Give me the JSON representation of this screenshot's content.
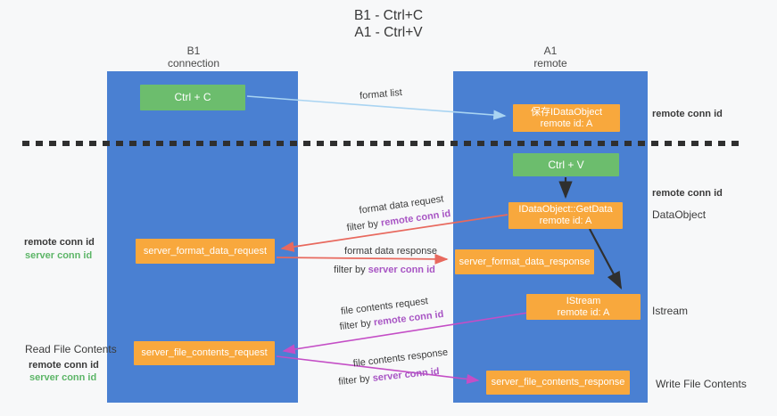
{
  "title": {
    "line1": "B1 - Ctrl+C",
    "line2": "A1 - Ctrl+V"
  },
  "columns": {
    "left": {
      "title": "B1",
      "subtitle": "connection"
    },
    "right": {
      "title": "A1",
      "subtitle": "remote"
    }
  },
  "nodes": {
    "ctrl_c": "Ctrl + C",
    "ctrl_v": "Ctrl + V",
    "save_dataobject": {
      "line1": "保存IDataObject",
      "line2": "remote id: A"
    },
    "getdata": {
      "line1": "IDataObject::GetData",
      "line2": "remote id: A"
    },
    "istream": {
      "line1": "IStream",
      "line2": "remote id: A"
    },
    "server_format_data_request": "server_format_data_request",
    "server_format_data_response": "server_format_data_response",
    "server_file_contents_request": "server_file_contents_request",
    "server_file_contents_response": "server_file_contents_response"
  },
  "edge_labels": {
    "format_list": "format list",
    "format_data_request": "format data request",
    "format_data_response": "format data response",
    "file_contents_request": "file contents request",
    "file_contents_response": "file contents response",
    "filter_by": "filter by",
    "remote_conn_id": "remote conn id",
    "server_conn_id": "server conn id"
  },
  "side_labels": {
    "right_remote_conn_id_top": "remote conn id",
    "right_remote_conn_id_mid": "remote conn id",
    "dataobject": "DataObject",
    "istream": "Istream",
    "write_file_contents": "Write File Contents",
    "left_remote_conn_id_top": "remote conn id",
    "left_server_conn_id_top": "server conn id",
    "read_file_contents": "Read File Contents",
    "left_remote_conn_id_bottom": "remote conn id",
    "left_server_conn_id_bottom": "server conn id"
  },
  "colors": {
    "column_blue": "#4a80d2",
    "node_green": "#6cbd6d",
    "node_orange": "#f8a83d",
    "purple": "#a855c4",
    "green_text": "#5cb567",
    "arrow_red": "#e8695e",
    "arrow_magenta": "#c44ec6",
    "arrow_lightblue": "#a9d4f2",
    "arrow_black": "#2f2f2f"
  }
}
